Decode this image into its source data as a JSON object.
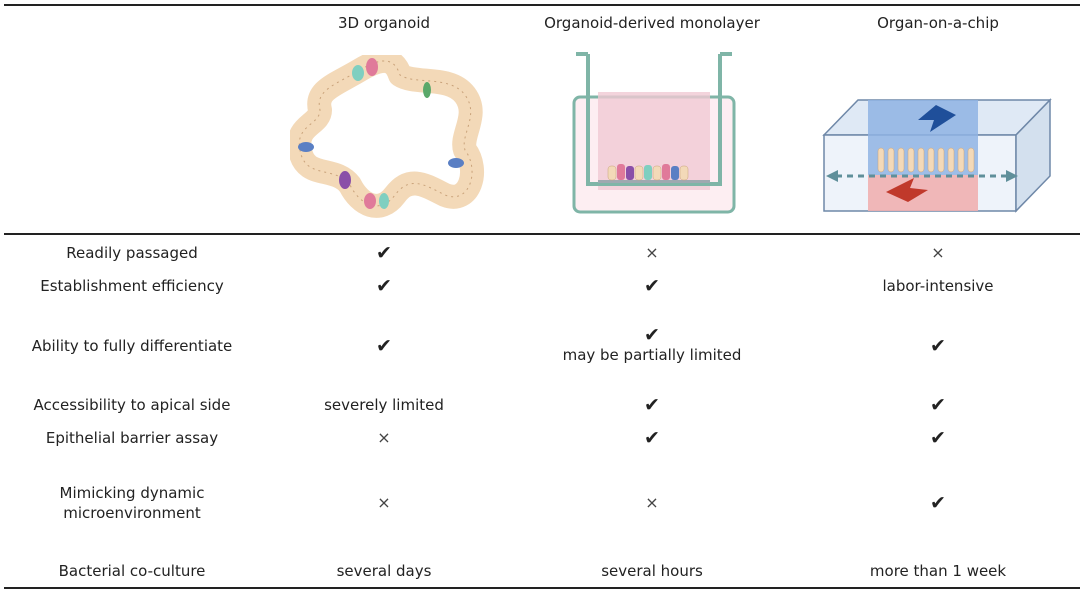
{
  "columns": {
    "c1": "3D organoid",
    "c2": "Organoid-derived monolayer",
    "c3": "Organ-on-a-chip"
  },
  "rows": [
    {
      "label": "Readily passaged",
      "c1": "✔",
      "c2": "×",
      "c3": "×"
    },
    {
      "label": "Establishment efficiency",
      "c1": "✔",
      "c2": "✔",
      "c3": "labor-intensive"
    },
    {
      "label": "Ability to fully differentiate",
      "c1": "✔",
      "c2": "✔",
      "c2_note": "may be partially limited",
      "c3": "✔"
    },
    {
      "label": "Accessibility to apical side",
      "c1": "severely limited",
      "c2": "✔",
      "c3": "✔"
    },
    {
      "label": "Epithelial barrier assay",
      "c1": "×",
      "c2": "✔",
      "c3": "✔"
    },
    {
      "label": "Mimicking dynamic microenvironment",
      "c1": "×",
      "c2": "×",
      "c3": "✔"
    },
    {
      "label": "Bacterial co-culture",
      "c1": "several days",
      "c2": "several hours",
      "c3": "more than 1 week"
    }
  ],
  "colors": {
    "organoid_cell": "#f3d9b8",
    "organoid_border": "#c9a27a",
    "transwell_frame": "#7fb5a7",
    "transwell_media": "#f0c9d3",
    "chip_top": "#8fb3e3",
    "chip_bottom": "#f0b0b0",
    "arrow_blue": "#1f4f9a",
    "arrow_red": "#c0392b",
    "flow_arrow": "#5f8f9a"
  }
}
